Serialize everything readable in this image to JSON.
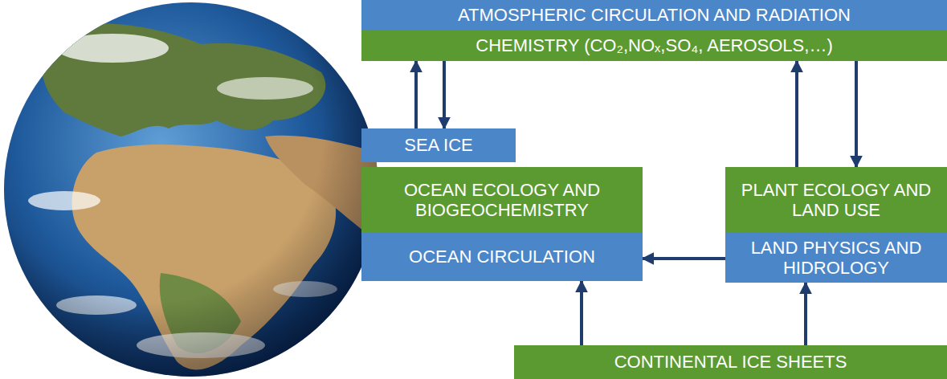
{
  "diagram": {
    "nodes": [
      {
        "text": [
          "ATMOSPHERIC CIRCULATION AND RADIATION"
        ]
      },
      {
        "text": [
          "CHEMISTRY (CO₂,NOₓ,SO₄, AEROSOLS,…)"
        ]
      },
      {
        "text": [
          "SEA ICE"
        ]
      },
      {
        "text": [
          "OCEAN ECOLOGY AND BIOGEOCHEMISTRY"
        ]
      },
      {
        "text": [
          "OCEAN CIRCULATION"
        ]
      },
      {
        "text": [
          "PLANT ECOLOGY AND LAND USE"
        ]
      },
      {
        "text": [
          "LAND PHYSICS AND HIDROLOGY"
        ]
      },
      {
        "text": [
          "CONTINENTAL ICE SHEETS"
        ]
      }
    ],
    "edges": [
      {
        "from": 2,
        "to": 1,
        "arrow": "to"
      },
      {
        "from": 1,
        "to": 2,
        "arrow": "to"
      },
      {
        "from": 5,
        "to": 1,
        "arrow": "to"
      },
      {
        "from": 1,
        "to": 5,
        "arrow": "to"
      },
      {
        "from": 6,
        "to": 4,
        "arrow": "to"
      },
      {
        "from": 7,
        "to": 4,
        "arrow": "to"
      },
      {
        "from": 7,
        "to": 6,
        "arrow": "to"
      }
    ]
  }
}
